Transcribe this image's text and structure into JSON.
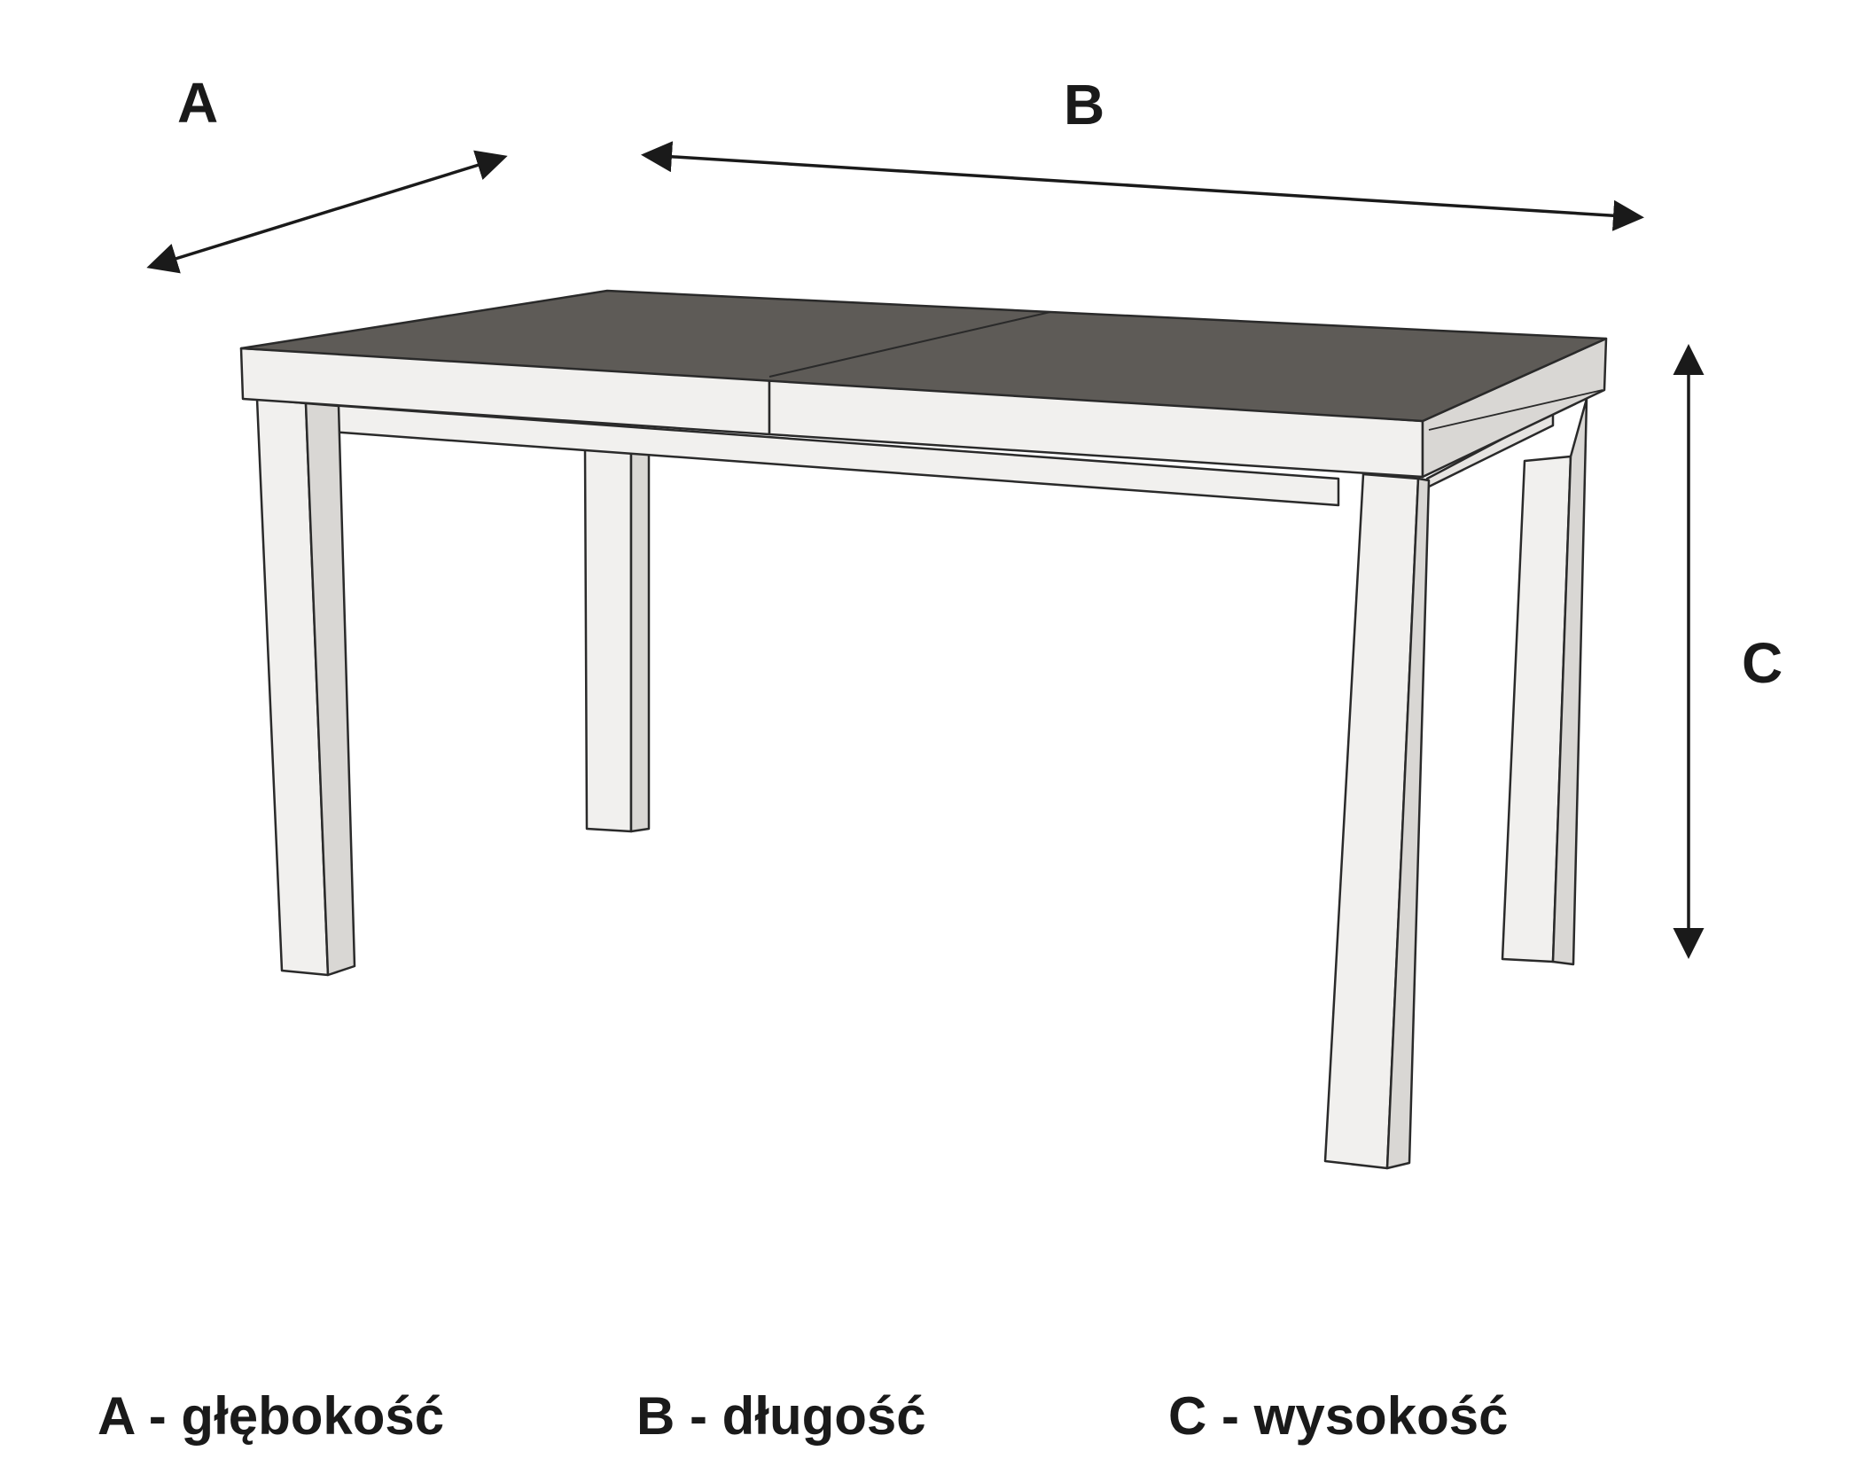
{
  "dimension_labels": {
    "a": "A",
    "b": "B",
    "c": "C"
  },
  "legend": {
    "a": "A - głębokość",
    "b": "B - długość",
    "c": "C - wysokość"
  },
  "colors": {
    "tabletop": "#5e5b57",
    "frame": "#f1f0ee",
    "frame_shade": "#d9d7d4",
    "outline": "#2a2a2a",
    "text": "#1a1a1a"
  }
}
